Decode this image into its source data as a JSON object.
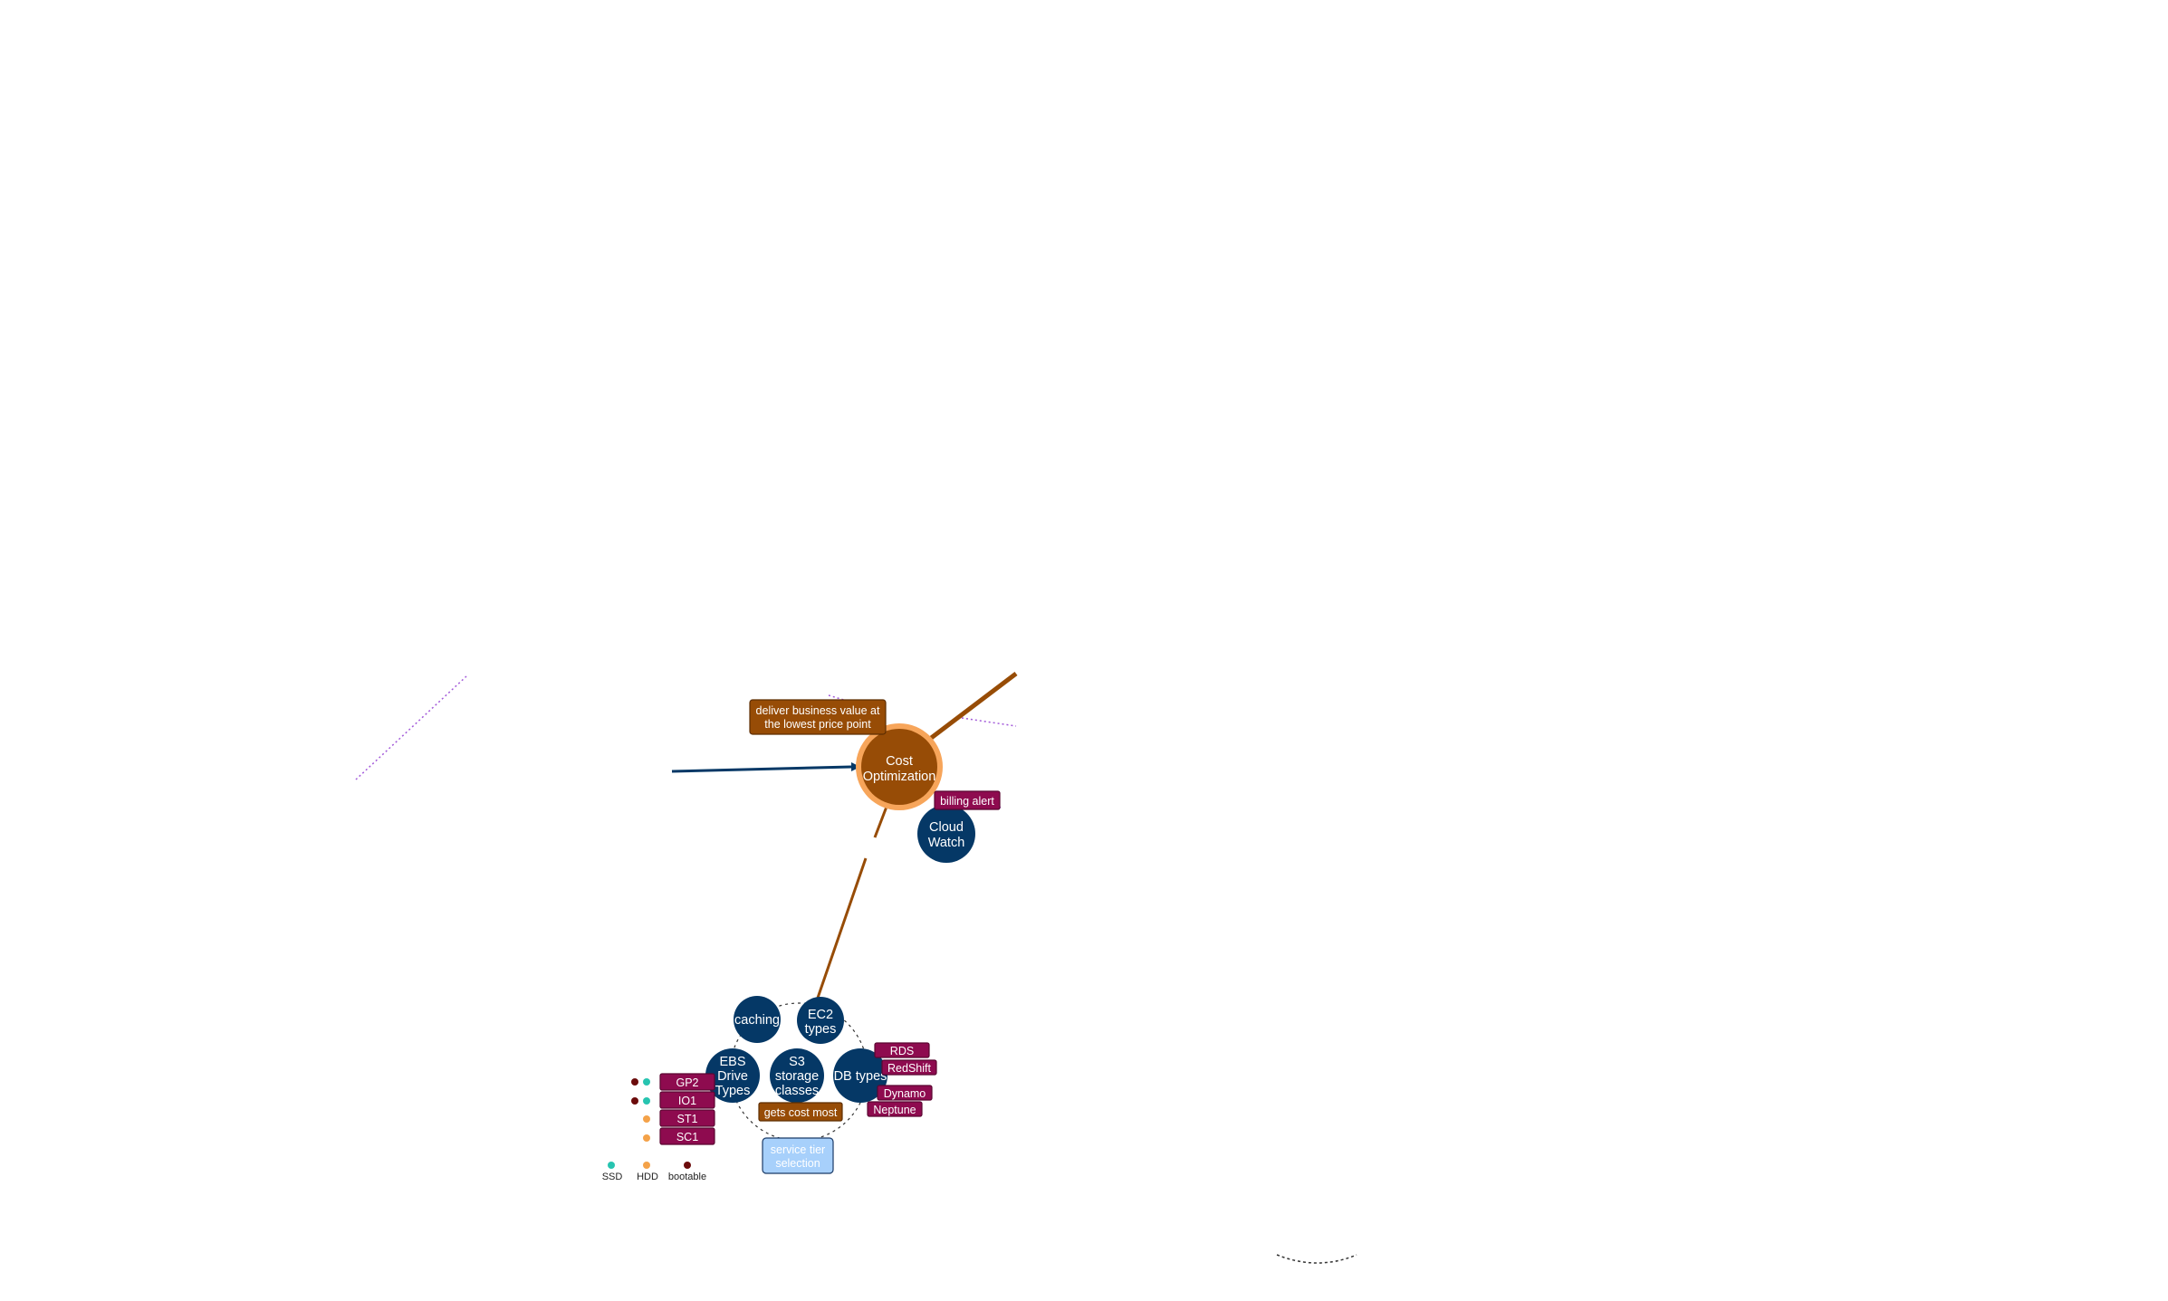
{
  "colors": {
    "node_blue": "#053866",
    "core_brown": "#974c06",
    "core_ring": "#f7a55a",
    "tag_magenta": "#8e0b4f",
    "service_tier": "#a7d0fb",
    "legend_ssd": "#27c4b0",
    "legend_hdd": "#f4a249",
    "legend_bootable": "#6b0b0b",
    "dotted_purple": "#a259d9"
  },
  "center": {
    "title_line1": "Cost",
    "title_line2": "Optimization",
    "goal_line1": "deliver business value at",
    "goal_line2": "the lowest price point"
  },
  "cloudwatch": {
    "line1": "Cloud",
    "line2": "Watch",
    "tag": "billing alert"
  },
  "cluster": {
    "caching": "caching",
    "ec2_line1": "EC2",
    "ec2_line2": "types",
    "ebs_line1": "EBS",
    "ebs_line2": "Drive",
    "ebs_line3": "Types",
    "s3_line1": "S3",
    "s3_line2": "storage",
    "s3_line3": "classes",
    "db": "DB types",
    "s3_note": "gets cost most",
    "service_tier_line1": "service tier",
    "service_tier_line2": "selection"
  },
  "db_types": [
    "RDS",
    "RedShift",
    "Dynamo",
    "Neptune"
  ],
  "ebs_types": [
    "GP2",
    "IO1",
    "ST1",
    "SC1"
  ],
  "legend": {
    "ssd": "SSD",
    "hdd": "HDD",
    "bootable": "bootable"
  }
}
